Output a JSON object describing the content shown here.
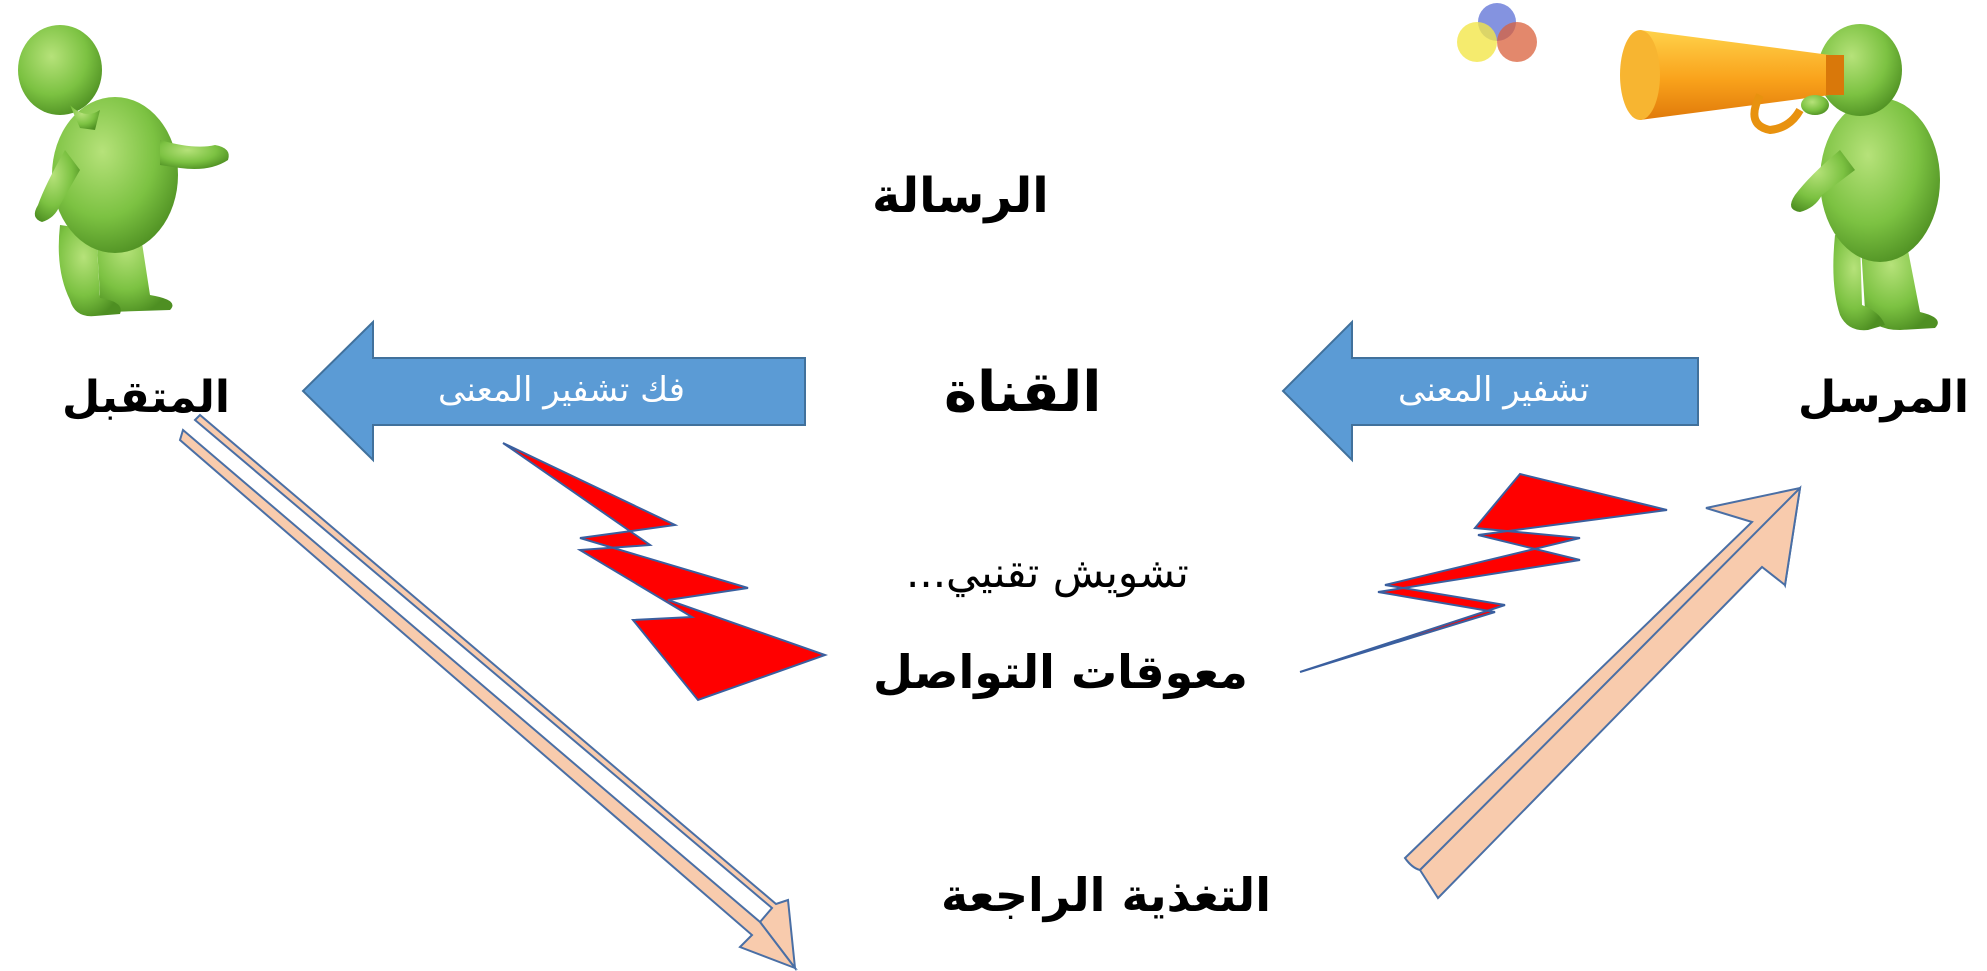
{
  "labels": {
    "sender": "المرسل",
    "receiver": "المتقبل",
    "message": "الرسالة",
    "channel": "القناة",
    "encoding": "تشفير المعنى",
    "decoding": "فك تشفير المعنى",
    "technical_noise": "تشويش تقنيي...",
    "barriers": "معوقات التواصل",
    "feedback": "التغذية الراجعة"
  },
  "icons": {
    "sender_figure": "person-with-megaphone-icon",
    "receiver_figure": "person-listening-icon",
    "logo": "overlapping-circles-logo-icon",
    "noise": "lightning-bolt-icon"
  },
  "colors": {
    "flow_arrow": "#5b9bd5",
    "flow_arrow_border": "#41719c",
    "feedback_arrow": "#f8cbad",
    "feedback_arrow_border": "#4a6fa5",
    "lightning": "#ff0000",
    "lightning_border": "#3a5f9f",
    "figure": "#7cc242",
    "megaphone": "#f9a21b"
  }
}
